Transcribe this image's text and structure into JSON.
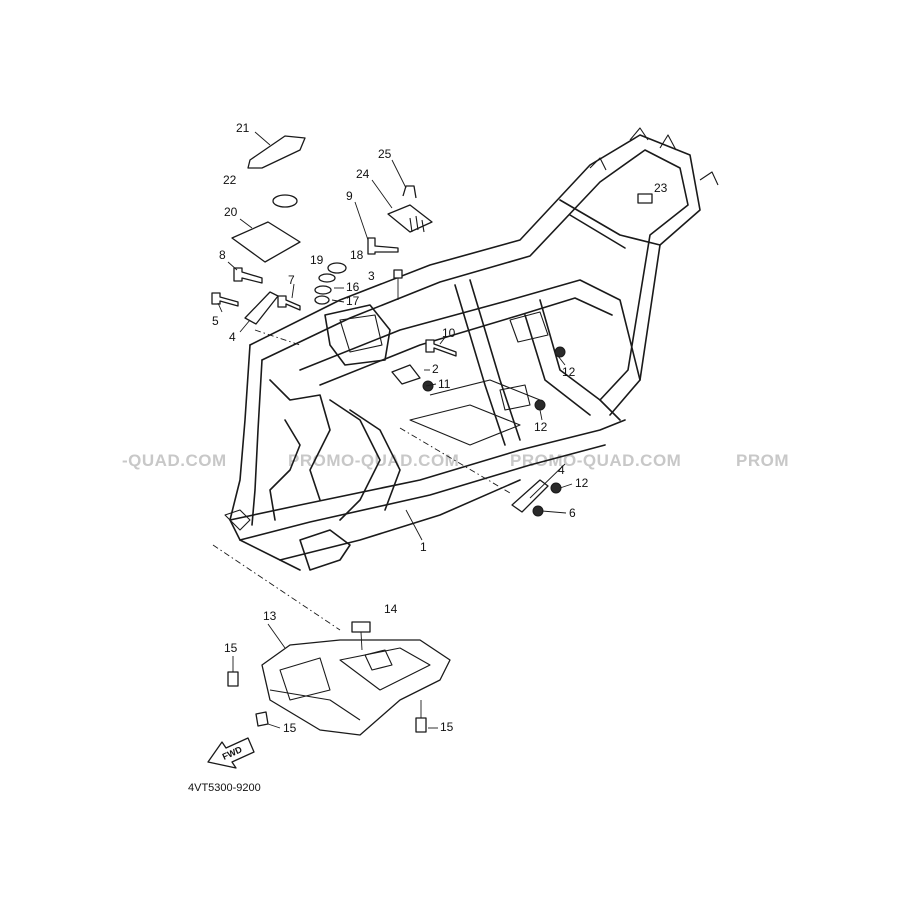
{
  "diagram": {
    "document_code": "4VT5300-9200",
    "fwd_label": "FWD",
    "watermarks": [
      "-QUAD.COM",
      "PROMO-QUAD.COM",
      "PROMO-QUAD.COM",
      "PROM"
    ],
    "callouts": [
      {
        "id": "c21",
        "label": "21"
      },
      {
        "id": "c22",
        "label": "22"
      },
      {
        "id": "c20",
        "label": "20"
      },
      {
        "id": "c25",
        "label": "25"
      },
      {
        "id": "c24",
        "label": "24"
      },
      {
        "id": "c9",
        "label": "9"
      },
      {
        "id": "c23",
        "label": "23"
      },
      {
        "id": "c18",
        "label": "18"
      },
      {
        "id": "c19",
        "label": "19"
      },
      {
        "id": "c8",
        "label": "8"
      },
      {
        "id": "c3",
        "label": "3"
      },
      {
        "id": "c7",
        "label": "7"
      },
      {
        "id": "c16",
        "label": "16"
      },
      {
        "id": "c17",
        "label": "17"
      },
      {
        "id": "c5",
        "label": "5"
      },
      {
        "id": "c4a",
        "label": "4"
      },
      {
        "id": "c10",
        "label": "10"
      },
      {
        "id": "c2",
        "label": "2"
      },
      {
        "id": "c11",
        "label": "11"
      },
      {
        "id": "c12a",
        "label": "12"
      },
      {
        "id": "c12b",
        "label": "12"
      },
      {
        "id": "c4b",
        "label": "4"
      },
      {
        "id": "c12c",
        "label": "12"
      },
      {
        "id": "c6",
        "label": "6"
      },
      {
        "id": "c1",
        "label": "1"
      },
      {
        "id": "c14",
        "label": "14"
      },
      {
        "id": "c13",
        "label": "13"
      },
      {
        "id": "c15a",
        "label": "15"
      },
      {
        "id": "c15b",
        "label": "15"
      },
      {
        "id": "c15c",
        "label": "15"
      }
    ]
  }
}
